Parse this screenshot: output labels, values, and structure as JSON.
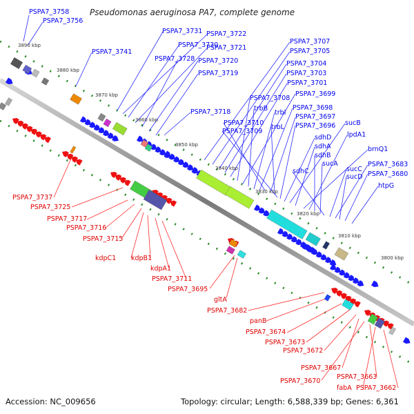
{
  "title": "Pseudomonas aeruginosa PA7, complete genome",
  "accession_text": "Accession: NC_009656",
  "summary_text": "Topology: circular; Length: 6,588,339 bp; Genes: 6,361",
  "colors": {
    "backbone": "#8a8a8a",
    "forward_label": "#0000ee",
    "reverse_label": "#e00000",
    "forward_feature": "#1a1aff",
    "reverse_feature": "#ee1111",
    "tick": "#2c8c2c"
  },
  "kbp_labels": [
    "3890 kbp",
    "3880 kbp",
    "3870 kbp",
    "3860 kbp",
    "3850 kbp",
    "3840 kbp",
    "3830 kbp",
    "3820 kbp",
    "3810 kbp",
    "3800 kbp"
  ],
  "forward_genes": [
    "PSPA7_3758",
    "PSPA7_3756",
    "PSPA7_3741",
    "PSPA7_3731",
    "PSPA7_3722",
    "PSPA7_3730",
    "PSPA7_3721",
    "PSPA7_3728",
    "PSPA7_3720",
    "PSPA7_3719",
    "PSPA7_3718",
    "PSPA7_3707",
    "PSPA7_3705",
    "PSPA7_3704",
    "PSPA7_3703",
    "PSPA7_3701",
    "PSPA7_3708",
    "PSPA7_3699",
    "trbB",
    "trbI",
    "PSPA7_3698",
    "PSPA7_3710",
    "PSPA7_3697",
    "trbL",
    "PSPA7_3709",
    "PSPA7_3696",
    "sdhD",
    "sucB",
    "sdhA",
    "brnQ1",
    "lpdA1",
    "sdhB",
    "sucA",
    "sdhC",
    "sucC",
    "PSPA7_3683",
    "sucD",
    "PSPA7_3680",
    "htpG"
  ],
  "reverse_genes": [
    "PSPA7_3737",
    "PSPA7_3725",
    "PSPA7_3717",
    "PSPA7_3716",
    "PSPA7_3715",
    "kdpC1",
    "kdpB1",
    "kdpA1",
    "PSPA7_3711",
    "PSPA7_3695",
    "gltA",
    "PSPA7_3682",
    "panB",
    "PSPA7_3674",
    "PSPA7_3673",
    "PSPA7_3672",
    "PSPA7_3667",
    "PSPA7_3670",
    "PSPA7_3663",
    "fabA",
    "PSPA7_3662"
  ]
}
